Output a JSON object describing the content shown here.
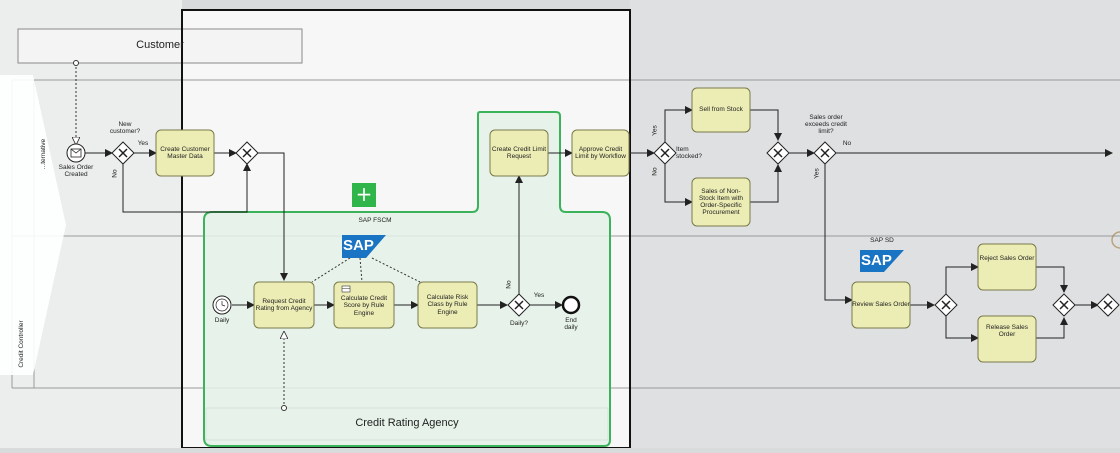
{
  "pools": {
    "customer": "Customer",
    "credit_rating_agency": "Credit Rating Agency"
  },
  "lanes": {
    "lane1": "...ternative",
    "lane2": "Credit Controller"
  },
  "events": {
    "start_customer": "Sales Order Created",
    "start_daily": "Daily",
    "end_daily": "End daily"
  },
  "tasks": {
    "create_customer": "Create Customer Master Data",
    "create_credit_limit": "Create Credit Limit Request",
    "approve_credit_limit": "Approve Credit Limit by Workflow",
    "sell_from_stock": "Sell from Stock",
    "sales_non_stock": "Sales of Non-Stock Item with Order-Specific Procurement",
    "request_rating": "Request Credit Rating from Agency",
    "calc_score": "Calculate Credit Score by Rule Engine",
    "calc_risk": "Calculate Risk Class by Rule Engine",
    "review_sales": "Review Sales Order",
    "reject_sales": "Reject Sales Order",
    "release_sales": "Release Sales Order"
  },
  "gateways": {
    "new_customer": "New customer?",
    "item_stocked": "Item stocked?",
    "exceeds_limit": "Sales order exceeds credit limit?",
    "daily_q": "Daily?"
  },
  "flow_labels": {
    "yes": "Yes",
    "no": "No"
  },
  "groups": {
    "fscm": "SAP FSCM",
    "sd": "SAP SD",
    "sap_logo": "SAP"
  },
  "controls": {
    "plus": "+"
  },
  "colors": {
    "task_fill": "#ecedb4",
    "task_stroke": "#7a7a4a",
    "group_stroke": "#3bb35a",
    "group_fill": "#e6f3e9",
    "sap_blue": "#1a74c4"
  }
}
